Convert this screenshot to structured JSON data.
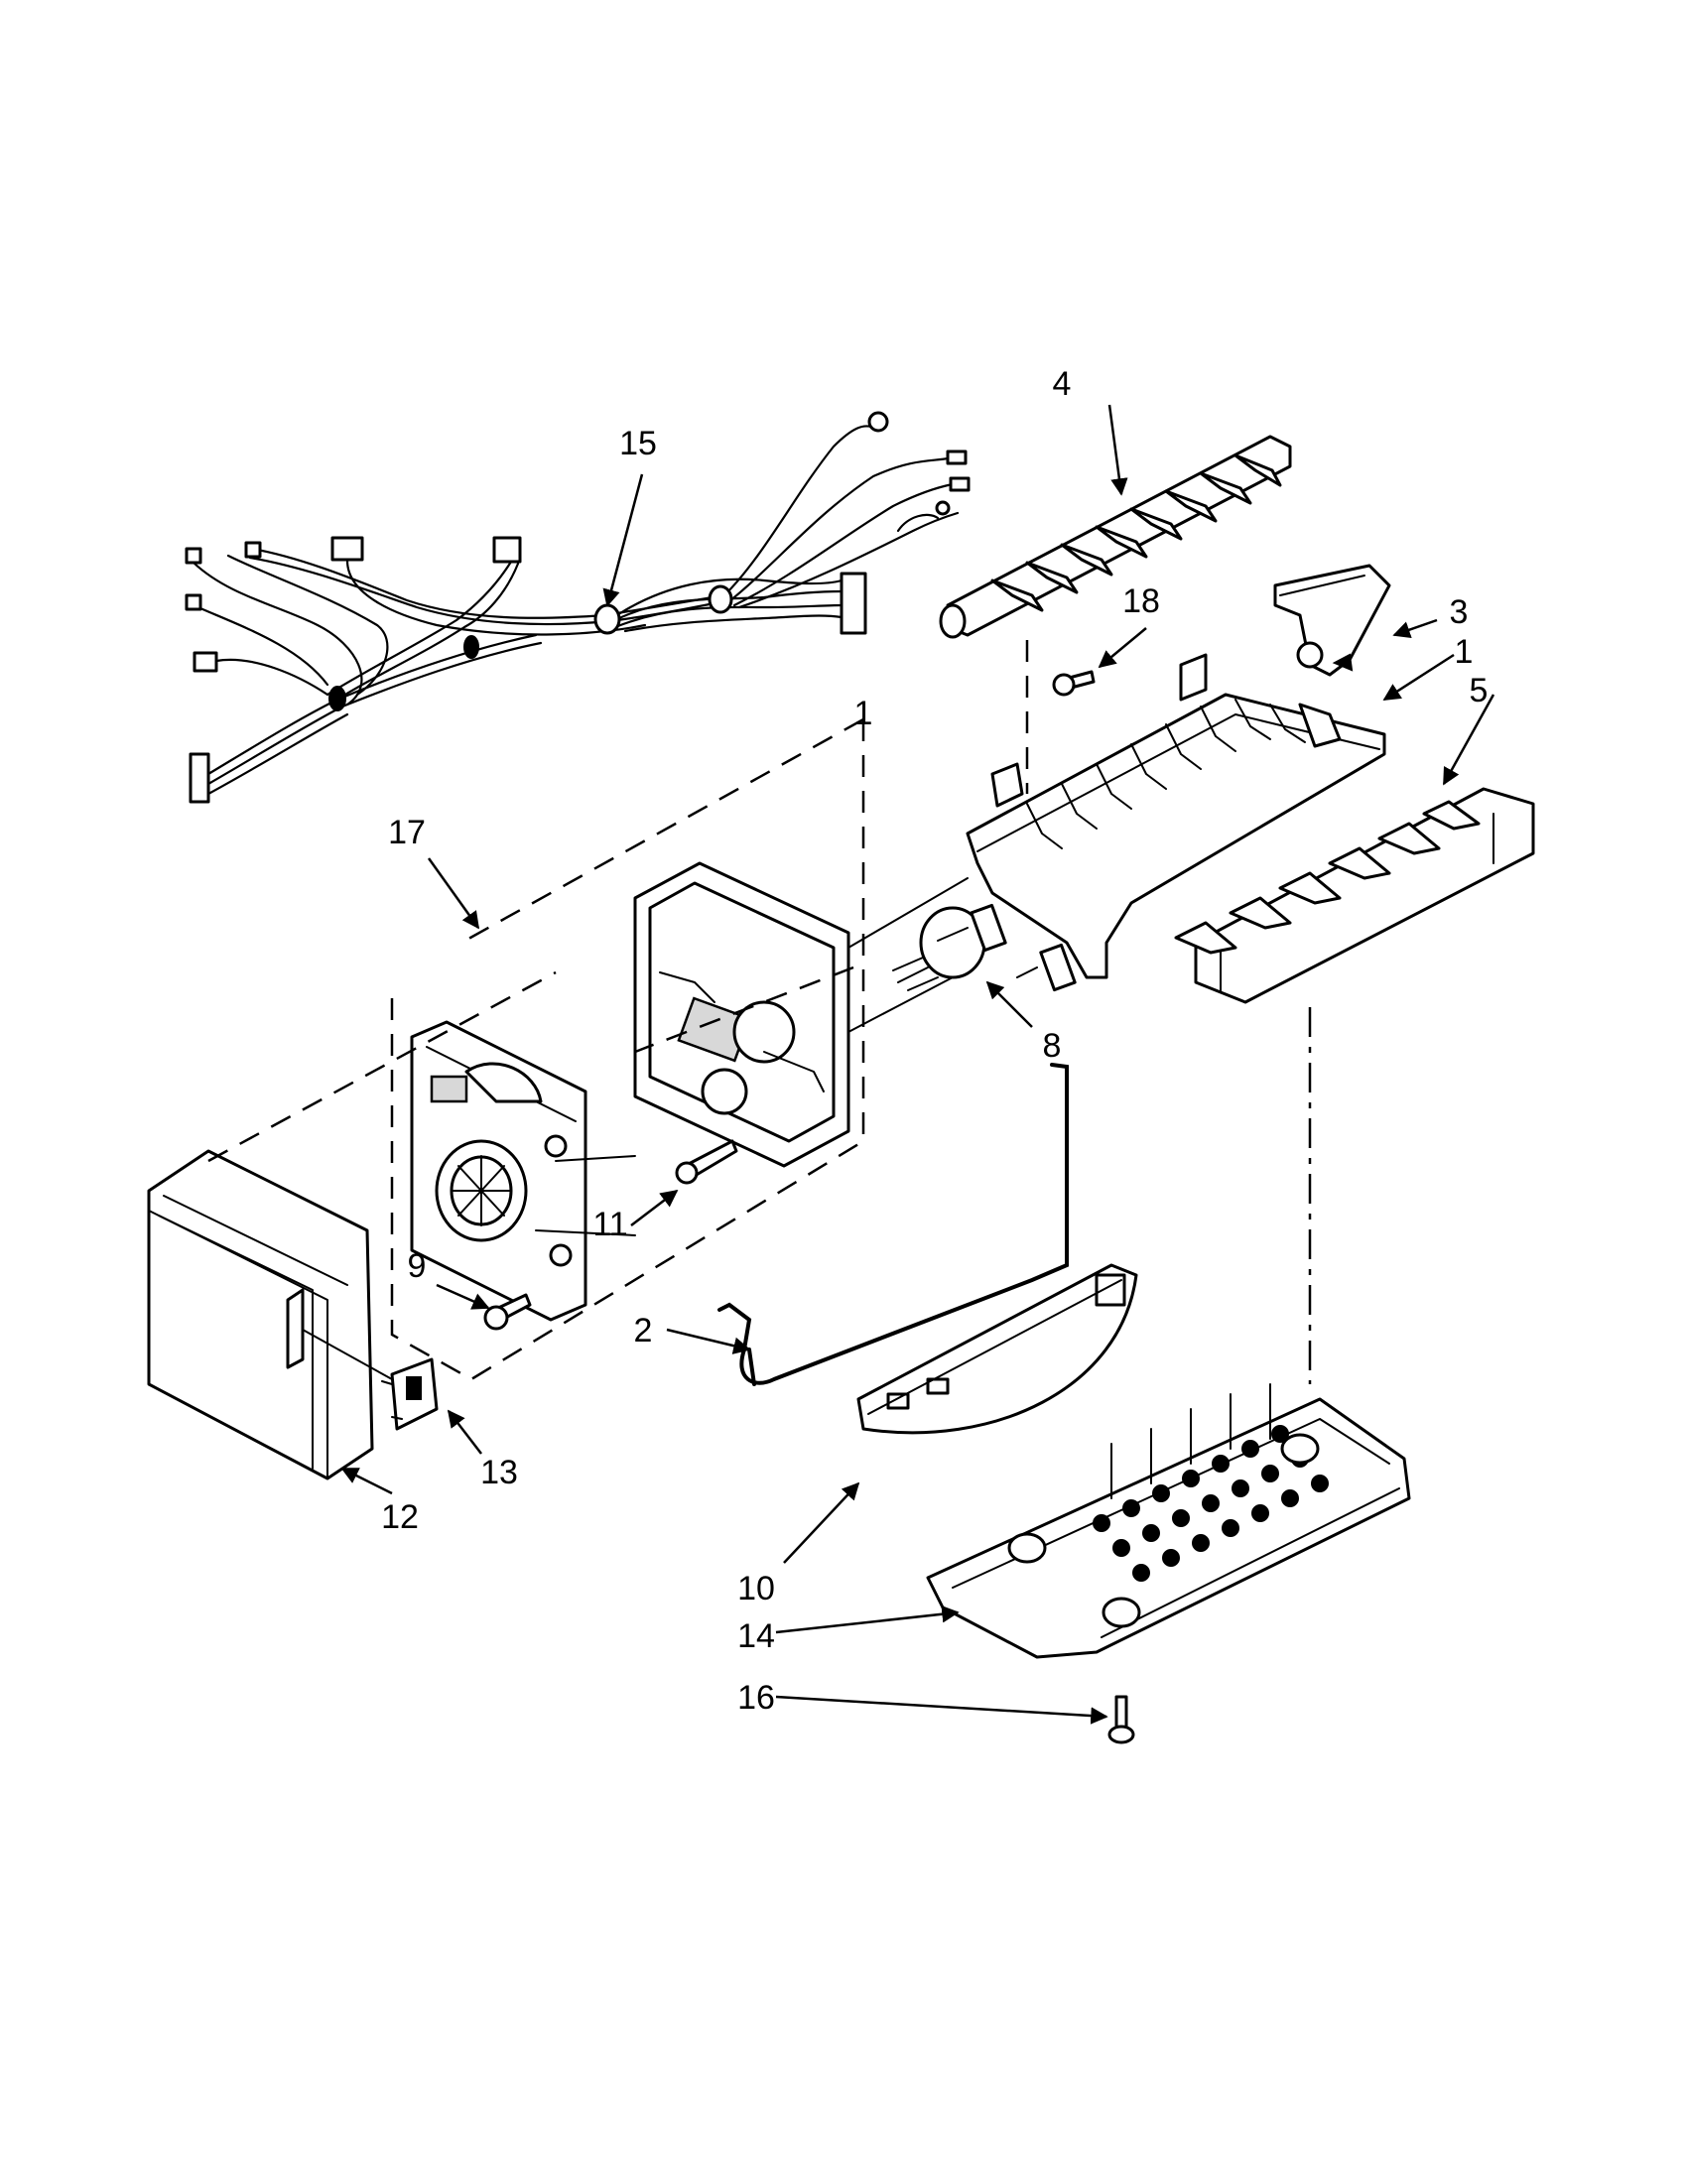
{
  "callouts": [
    {
      "id": "c1",
      "label": "1"
    },
    {
      "id": "c1b",
      "label": "1"
    },
    {
      "id": "c2",
      "label": "2"
    },
    {
      "id": "c3",
      "label": "3"
    },
    {
      "id": "c4",
      "label": "4"
    },
    {
      "id": "c5",
      "label": "5"
    },
    {
      "id": "c8",
      "label": "8"
    },
    {
      "id": "c9",
      "label": "9"
    },
    {
      "id": "c10",
      "label": "10"
    },
    {
      "id": "c11",
      "label": "11"
    },
    {
      "id": "c12",
      "label": "12"
    },
    {
      "id": "c13",
      "label": "13"
    },
    {
      "id": "c14",
      "label": "14"
    },
    {
      "id": "c15",
      "label": "15"
    },
    {
      "id": "c16",
      "label": "16"
    },
    {
      "id": "c17",
      "label": "17"
    },
    {
      "id": "c18",
      "label": "18"
    }
  ]
}
